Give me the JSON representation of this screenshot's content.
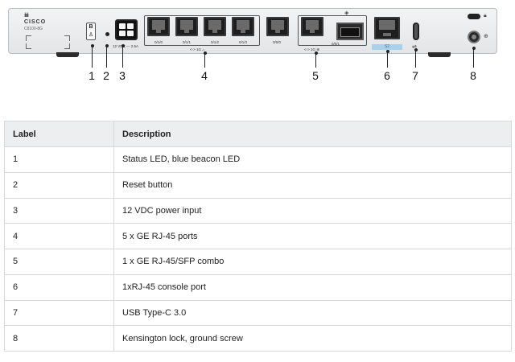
{
  "figure": {
    "logo": {
      "brand": "CISCO",
      "model": "C8100-8G"
    },
    "led_box_label": "B",
    "power_label": "12 VDC --- 2.5A",
    "port_labels": [
      "0/1/0",
      "0/1/1",
      "0/1/2",
      "0/1/3"
    ],
    "port4_group_label": "1G",
    "combo_port_labels": [
      "0/0/0",
      "0/0/1"
    ],
    "combo_group_label": "1G",
    "console_label": "S2",
    "callouts": [
      "1",
      "2",
      "3",
      "4",
      "5",
      "6",
      "7",
      "8"
    ]
  },
  "table": {
    "headers": {
      "label": "Label",
      "description": "Description"
    },
    "rows": [
      {
        "label": "1",
        "description": "Status LED, blue beacon LED"
      },
      {
        "label": "2",
        "description": "Reset button"
      },
      {
        "label": "3",
        "description": "12 VDC power input"
      },
      {
        "label": "4",
        "description": "5 x GE RJ-45 ports"
      },
      {
        "label": "5",
        "description": "1 x GE RJ-45/SFP combo"
      },
      {
        "label": "6",
        "description": "1xRJ-45 console port"
      },
      {
        "label": "7",
        "description": "USB Type-C 3.0"
      },
      {
        "label": "8",
        "description": "Kensington lock, ground screw"
      }
    ]
  }
}
